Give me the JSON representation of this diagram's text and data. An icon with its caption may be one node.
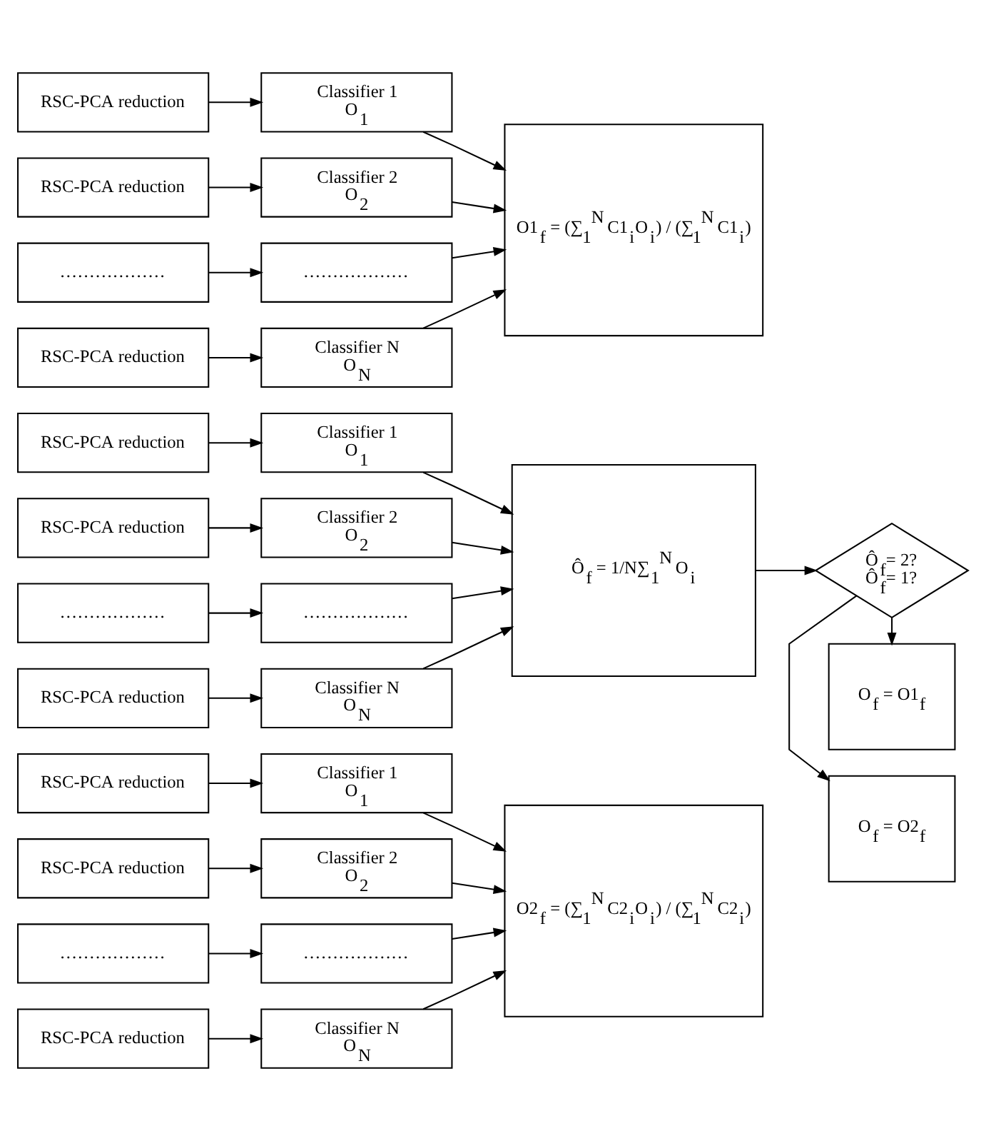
{
  "diagram": {
    "nodes": [
      {
        "text": [
          "RSC-PCA reduction"
        ]
      },
      {
        "text": [
          "RSC-PCA reduction"
        ]
      },
      {
        "text": [
          "………………"
        ]
      },
      {
        "text": [
          "RSC-PCA reduction"
        ]
      },
      {
        "text": [
          "Classifier 1",
          "O$_{1}$"
        ]
      },
      {
        "text": [
          "Classifier 2",
          "O$_{2}$"
        ]
      },
      {
        "text": [
          "………………"
        ]
      },
      {
        "text": [
          "Classifier N",
          "O$_{N}$"
        ]
      },
      {
        "text": [
          "O2$_{f}$ = (∑$_{1}$$^{N}$ C2$_{i}$O$_{i}$) / (∑$_{1}$$^{N}$ C2$_{i}$)"
        ]
      },
      {
        "text": [
          "O$_{f}$ = O2$_{f}$"
        ]
      },
      {
        "text": [
          "RSC-PCA reduction"
        ]
      },
      {
        "text": [
          "RSC-PCA reduction"
        ]
      },
      {
        "text": [
          "………………"
        ]
      },
      {
        "text": [
          "RSC-PCA reduction"
        ]
      },
      {
        "text": [
          "Classifier 1",
          "O$_{1}$"
        ]
      },
      {
        "text": [
          "Classifier 2",
          "O$_{2}$"
        ]
      },
      {
        "text": [
          "………………"
        ]
      },
      {
        "text": [
          "Classifier N",
          "O$_{N}$"
        ]
      },
      {
        "text": [
          "Ô$_{f}$ = 1/N∑$_{1}$$^{N}$ O$_{i}$"
        ]
      },
      {
        "text": [
          "Ô$_{f}$= 2?",
          "Ô$_{f}$= 1?"
        ]
      },
      {
        "text": [
          "RSC-PCA reduction"
        ]
      },
      {
        "text": [
          "RSC-PCA reduction"
        ]
      },
      {
        "text": [
          "………………"
        ]
      },
      {
        "text": [
          "RSC-PCA reduction"
        ]
      },
      {
        "text": [
          "Classifier 1",
          "O$_{1}$"
        ]
      },
      {
        "text": [
          "Classifier 2",
          "O$_{2}$"
        ]
      },
      {
        "text": [
          "………………"
        ]
      },
      {
        "text": [
          "Classifier N",
          "O$_{N}$"
        ]
      },
      {
        "text": [
          "O1$_{f}$ = (∑$_{1}$$^{N}$ C1$_{i}$O$_{i}$) / (∑$_{1}$$^{N}$ C1$_{i}$)"
        ]
      },
      {
        "text": [
          "O$_{f}$ = O1$_{f}$"
        ]
      }
    ],
    "edges": [
      {
        "from": 0,
        "to": 4,
        "arrow": "to"
      },
      {
        "from": 1,
        "to": 5,
        "arrow": "to"
      },
      {
        "from": 2,
        "to": 6,
        "arrow": "to"
      },
      {
        "from": 3,
        "to": 7,
        "arrow": "to"
      },
      {
        "from": 4,
        "to": 8,
        "arrow": "to"
      },
      {
        "from": 5,
        "to": 8,
        "arrow": "to"
      },
      {
        "from": 6,
        "to": 8,
        "arrow": "to"
      },
      {
        "from": 7,
        "to": 8,
        "arrow": "to"
      },
      {
        "from": 10,
        "to": 14,
        "arrow": "to"
      },
      {
        "from": 11,
        "to": 15,
        "arrow": "to"
      },
      {
        "from": 12,
        "to": 16,
        "arrow": "to"
      },
      {
        "from": 13,
        "to": 17,
        "arrow": "to"
      },
      {
        "from": 14,
        "to": 18,
        "arrow": "to"
      },
      {
        "from": 15,
        "to": 18,
        "arrow": "to"
      },
      {
        "from": 16,
        "to": 18,
        "arrow": "to"
      },
      {
        "from": 17,
        "to": 18,
        "arrow": "to"
      },
      {
        "from": 18,
        "to": 19,
        "arrow": "to"
      },
      {
        "from": 19,
        "to": 9,
        "arrow": "to"
      },
      {
        "from": 19,
        "to": 29,
        "arrow": "to"
      },
      {
        "from": 20,
        "to": 24,
        "arrow": "to"
      },
      {
        "from": 21,
        "to": 25,
        "arrow": "to"
      },
      {
        "from": 22,
        "to": 26,
        "arrow": "to"
      },
      {
        "from": 23,
        "to": 27,
        "arrow": "to"
      },
      {
        "from": 24,
        "to": 28,
        "arrow": "to"
      },
      {
        "from": 25,
        "to": 28,
        "arrow": "to"
      },
      {
        "from": 26,
        "to": 28,
        "arrow": "to"
      },
      {
        "from": 27,
        "to": 28,
        "arrow": "to"
      }
    ]
  }
}
